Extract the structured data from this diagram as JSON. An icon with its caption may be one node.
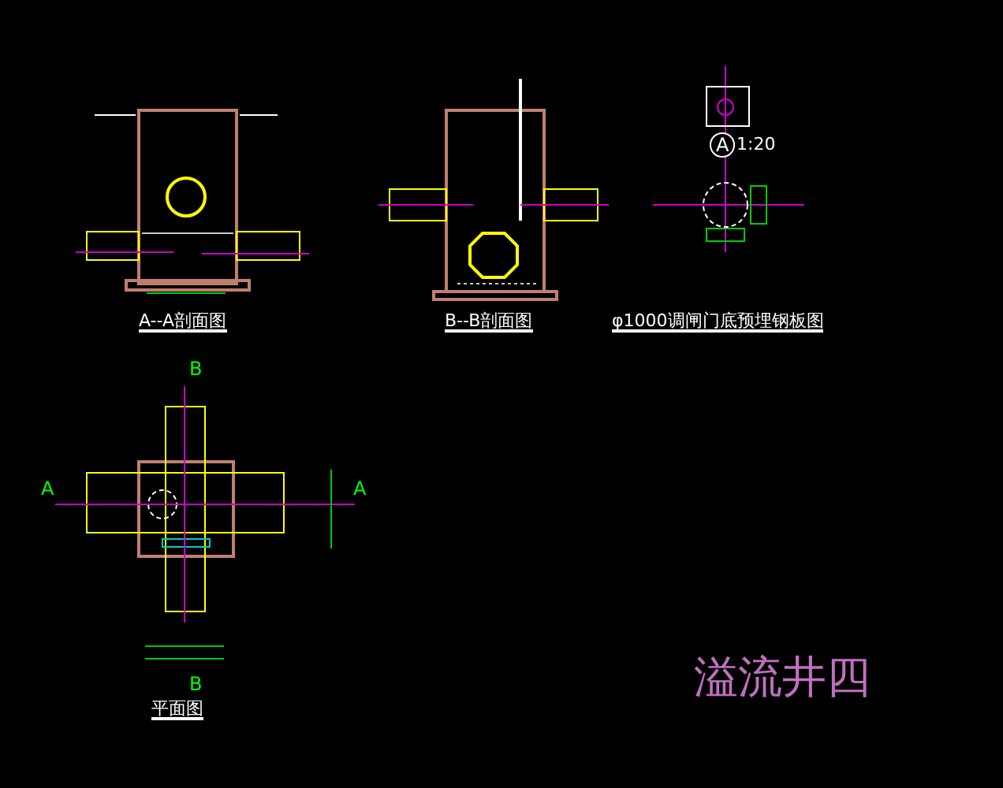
{
  "diagram": {
    "title": "溢流井四",
    "labels": [
      "A",
      "1:20",
      "A--A剖面图",
      "B--B剖面图",
      "φ1000调闸门底预埋钢板图",
      "B",
      "A",
      "A",
      "B",
      "平面图"
    ]
  }
}
